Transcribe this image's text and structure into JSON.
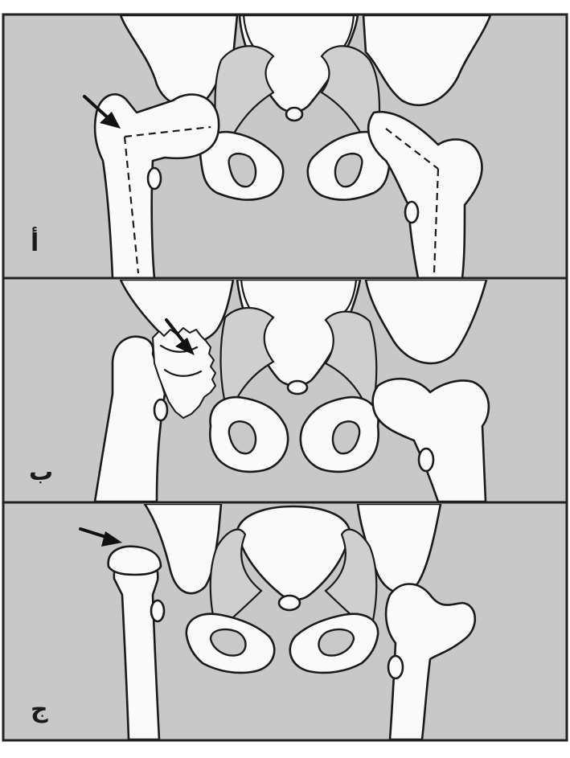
{
  "colors": {
    "background": "#c8c8c8",
    "bone": "#fafafa",
    "outline": "#1a1a1a",
    "frame": "#222222"
  },
  "panels": [
    {
      "label": "أ"
    },
    {
      "label": "ب"
    },
    {
      "label": "ج"
    }
  ]
}
